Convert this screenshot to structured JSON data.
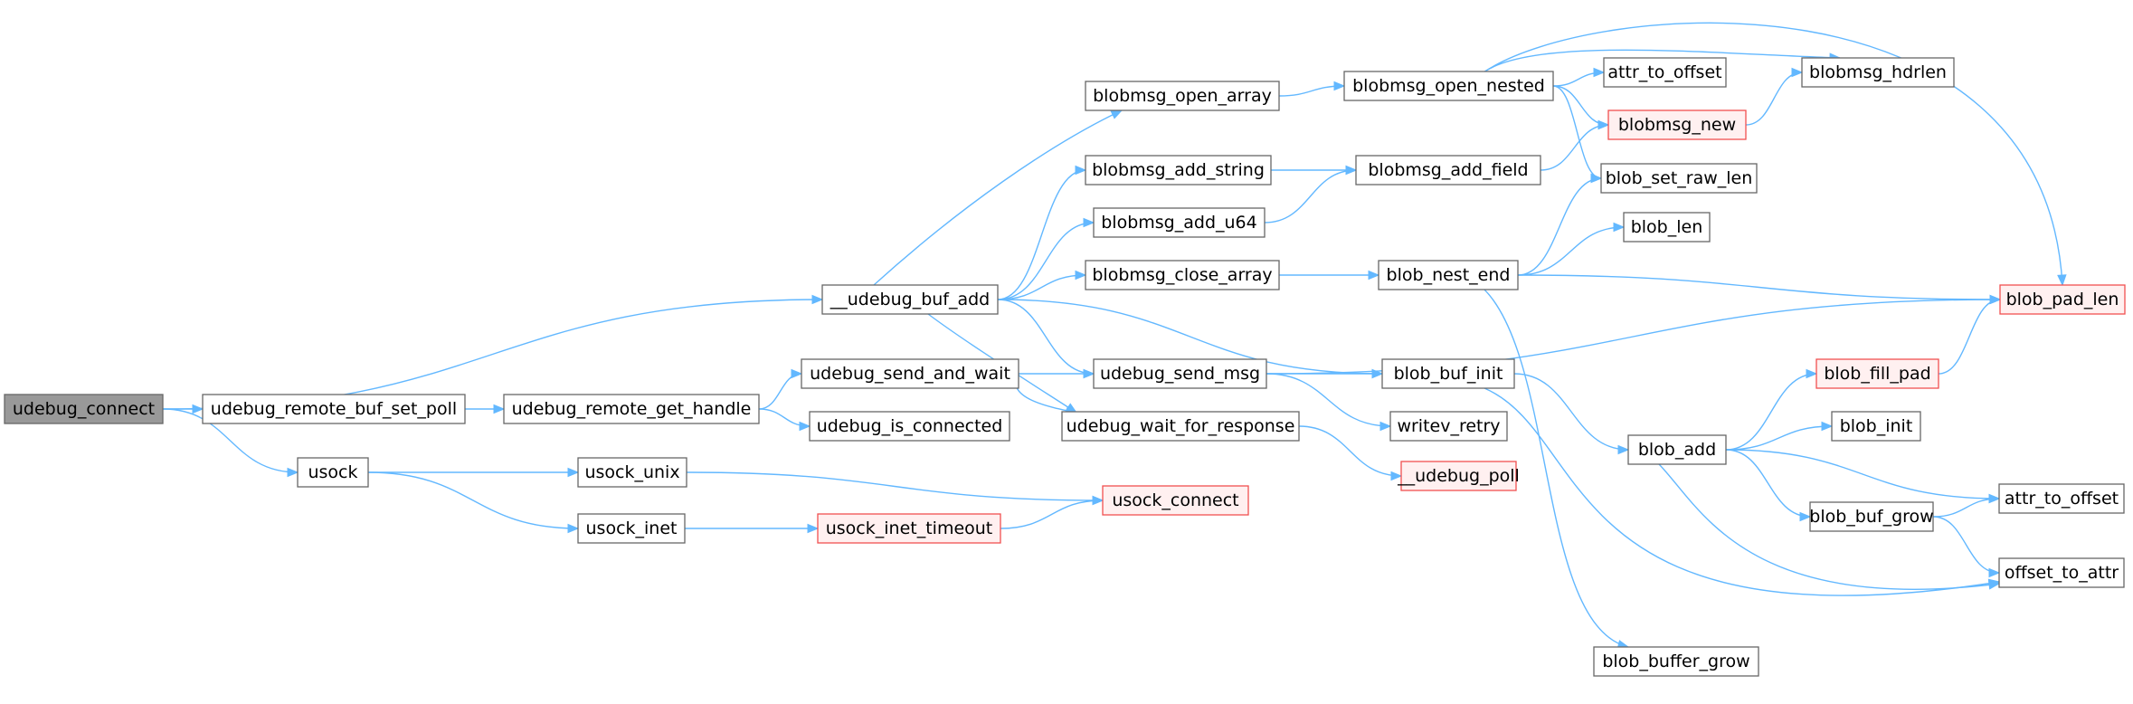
{
  "graph": {
    "nodes": [
      {
        "id": "n_udebug_connect",
        "label": "udebug_connect",
        "style": "root"
      },
      {
        "id": "n_udebug_buf_add",
        "label": "__udebug_buf_add",
        "style": "normal"
      },
      {
        "id": "n_remote_buf_set_poll",
        "label": "udebug_remote_buf_set_poll",
        "style": "normal"
      },
      {
        "id": "n_remote_get_handle",
        "label": "udebug_remote_get_handle",
        "style": "normal"
      },
      {
        "id": "n_usock",
        "label": "usock",
        "style": "normal"
      },
      {
        "id": "n_usock_unix",
        "label": "usock_unix",
        "style": "normal"
      },
      {
        "id": "n_usock_inet",
        "label": "usock_inet",
        "style": "normal"
      },
      {
        "id": "n_usock_inet_timeout",
        "label": "usock_inet_timeout",
        "style": "truncated"
      },
      {
        "id": "n_usock_connect",
        "label": "usock_connect",
        "style": "truncated"
      },
      {
        "id": "n_send_and_wait",
        "label": "udebug_send_and_wait",
        "style": "normal"
      },
      {
        "id": "n_is_connected",
        "label": "udebug_is_connected",
        "style": "normal"
      },
      {
        "id": "n_open_array",
        "label": "blobmsg_open_array",
        "style": "normal"
      },
      {
        "id": "n_add_string",
        "label": "blobmsg_add_string",
        "style": "normal"
      },
      {
        "id": "n_add_u64",
        "label": "blobmsg_add_u64",
        "style": "normal"
      },
      {
        "id": "n_close_array",
        "label": "blobmsg_close_array",
        "style": "normal"
      },
      {
        "id": "n_send_msg",
        "label": "udebug_send_msg",
        "style": "normal"
      },
      {
        "id": "n_wait_for_response",
        "label": "udebug_wait_for_response",
        "style": "normal"
      },
      {
        "id": "n_open_nested",
        "label": "blobmsg_open_nested",
        "style": "normal"
      },
      {
        "id": "n_add_field",
        "label": "blobmsg_add_field",
        "style": "normal"
      },
      {
        "id": "n_blob_nest_end",
        "label": "blob_nest_end",
        "style": "normal"
      },
      {
        "id": "n_blob_buf_init",
        "label": "blob_buf_init",
        "style": "normal"
      },
      {
        "id": "n_writev_retry",
        "label": "writev_retry",
        "style": "normal"
      },
      {
        "id": "n_udebug_poll",
        "label": "__udebug_poll",
        "style": "truncated"
      },
      {
        "id": "n_attr_to_offset_top",
        "label": "attr_to_offset",
        "style": "normal"
      },
      {
        "id": "n_blobmsg_new",
        "label": "blobmsg_new",
        "style": "truncated"
      },
      {
        "id": "n_blob_set_raw_len",
        "label": "blob_set_raw_len",
        "style": "normal"
      },
      {
        "id": "n_blob_len",
        "label": "blob_len",
        "style": "normal"
      },
      {
        "id": "n_blob_add",
        "label": "blob_add",
        "style": "normal"
      },
      {
        "id": "n_blob_buffer_grow",
        "label": "blob_buffer_grow",
        "style": "normal"
      },
      {
        "id": "n_blobmsg_hdrlen",
        "label": "blobmsg_hdrlen",
        "style": "normal"
      },
      {
        "id": "n_blob_pad_len",
        "label": "blob_pad_len",
        "style": "truncated"
      },
      {
        "id": "n_blob_fill_pad",
        "label": "blob_fill_pad",
        "style": "truncated"
      },
      {
        "id": "n_blob_init",
        "label": "blob_init",
        "style": "normal"
      },
      {
        "id": "n_blob_buf_grow",
        "label": "blob_buf_grow",
        "style": "normal"
      },
      {
        "id": "n_attr_to_offset_bot",
        "label": "attr_to_offset",
        "style": "normal"
      },
      {
        "id": "n_offset_to_attr",
        "label": "offset_to_attr",
        "style": "normal"
      }
    ],
    "edges": [
      {
        "from": "n_udebug_connect",
        "to": "n_udebug_buf_add"
      },
      {
        "from": "n_udebug_connect",
        "to": "n_remote_buf_set_poll"
      },
      {
        "from": "n_udebug_connect",
        "to": "n_usock"
      },
      {
        "from": "n_remote_buf_set_poll",
        "to": "n_remote_get_handle"
      },
      {
        "from": "n_remote_get_handle",
        "to": "n_send_and_wait"
      },
      {
        "from": "n_remote_get_handle",
        "to": "n_is_connected"
      },
      {
        "from": "n_usock",
        "to": "n_usock_unix"
      },
      {
        "from": "n_usock",
        "to": "n_usock_inet"
      },
      {
        "from": "n_usock_unix",
        "to": "n_usock_connect"
      },
      {
        "from": "n_usock_inet",
        "to": "n_usock_inet_timeout"
      },
      {
        "from": "n_usock_inet_timeout",
        "to": "n_usock_connect"
      },
      {
        "from": "n_udebug_buf_add",
        "to": "n_open_array"
      },
      {
        "from": "n_udebug_buf_add",
        "to": "n_add_string"
      },
      {
        "from": "n_udebug_buf_add",
        "to": "n_add_u64"
      },
      {
        "from": "n_udebug_buf_add",
        "to": "n_close_array"
      },
      {
        "from": "n_udebug_buf_add",
        "to": "n_send_msg"
      },
      {
        "from": "n_udebug_buf_add",
        "to": "n_wait_for_response"
      },
      {
        "from": "n_udebug_buf_add",
        "to": "n_blob_buf_init"
      },
      {
        "from": "n_send_and_wait",
        "to": "n_send_msg"
      },
      {
        "from": "n_send_and_wait",
        "to": "n_wait_for_response"
      },
      {
        "from": "n_open_array",
        "to": "n_open_nested"
      },
      {
        "from": "n_add_string",
        "to": "n_add_field"
      },
      {
        "from": "n_add_u64",
        "to": "n_add_field"
      },
      {
        "from": "n_close_array",
        "to": "n_blob_nest_end"
      },
      {
        "from": "n_send_msg",
        "to": "n_blob_pad_len"
      },
      {
        "from": "n_send_msg",
        "to": "n_blob_buf_init"
      },
      {
        "from": "n_send_msg",
        "to": "n_writev_retry"
      },
      {
        "from": "n_wait_for_response",
        "to": "n_udebug_poll"
      },
      {
        "from": "n_open_nested",
        "to": "n_attr_to_offset_top"
      },
      {
        "from": "n_open_nested",
        "to": "n_blobmsg_new"
      },
      {
        "from": "n_open_nested",
        "to": "n_blob_set_raw_len"
      },
      {
        "from": "n_open_nested",
        "to": "n_blobmsg_hdrlen"
      },
      {
        "from": "n_open_nested",
        "to": "n_blob_pad_len"
      },
      {
        "from": "n_add_field",
        "to": "n_blobmsg_new"
      },
      {
        "from": "n_blobmsg_new",
        "to": "n_blobmsg_hdrlen"
      },
      {
        "from": "n_blob_nest_end",
        "to": "n_blob_set_raw_len"
      },
      {
        "from": "n_blob_nest_end",
        "to": "n_blob_len"
      },
      {
        "from": "n_blob_nest_end",
        "to": "n_blob_pad_len"
      },
      {
        "from": "n_blob_nest_end",
        "to": "n_blob_buffer_grow"
      },
      {
        "from": "n_blob_buf_init",
        "to": "n_blob_add"
      },
      {
        "from": "n_blob_buf_init",
        "to": "n_offset_to_attr"
      },
      {
        "from": "n_blob_add",
        "to": "n_blob_fill_pad"
      },
      {
        "from": "n_blob_add",
        "to": "n_blob_init"
      },
      {
        "from": "n_blob_add",
        "to": "n_attr_to_offset_bot"
      },
      {
        "from": "n_blob_add",
        "to": "n_blob_buf_grow"
      },
      {
        "from": "n_blob_add",
        "to": "n_offset_to_attr"
      },
      {
        "from": "n_blob_fill_pad",
        "to": "n_blob_pad_len"
      },
      {
        "from": "n_blob_buf_grow",
        "to": "n_attr_to_offset_bot"
      },
      {
        "from": "n_blob_buf_grow",
        "to": "n_offset_to_attr"
      }
    ],
    "colors": {
      "edge": "#63b8ff",
      "node_border": "#666666",
      "root_fill": "#999999",
      "truncated_border": "#f05050",
      "truncated_fill": "#fff0f0"
    }
  }
}
